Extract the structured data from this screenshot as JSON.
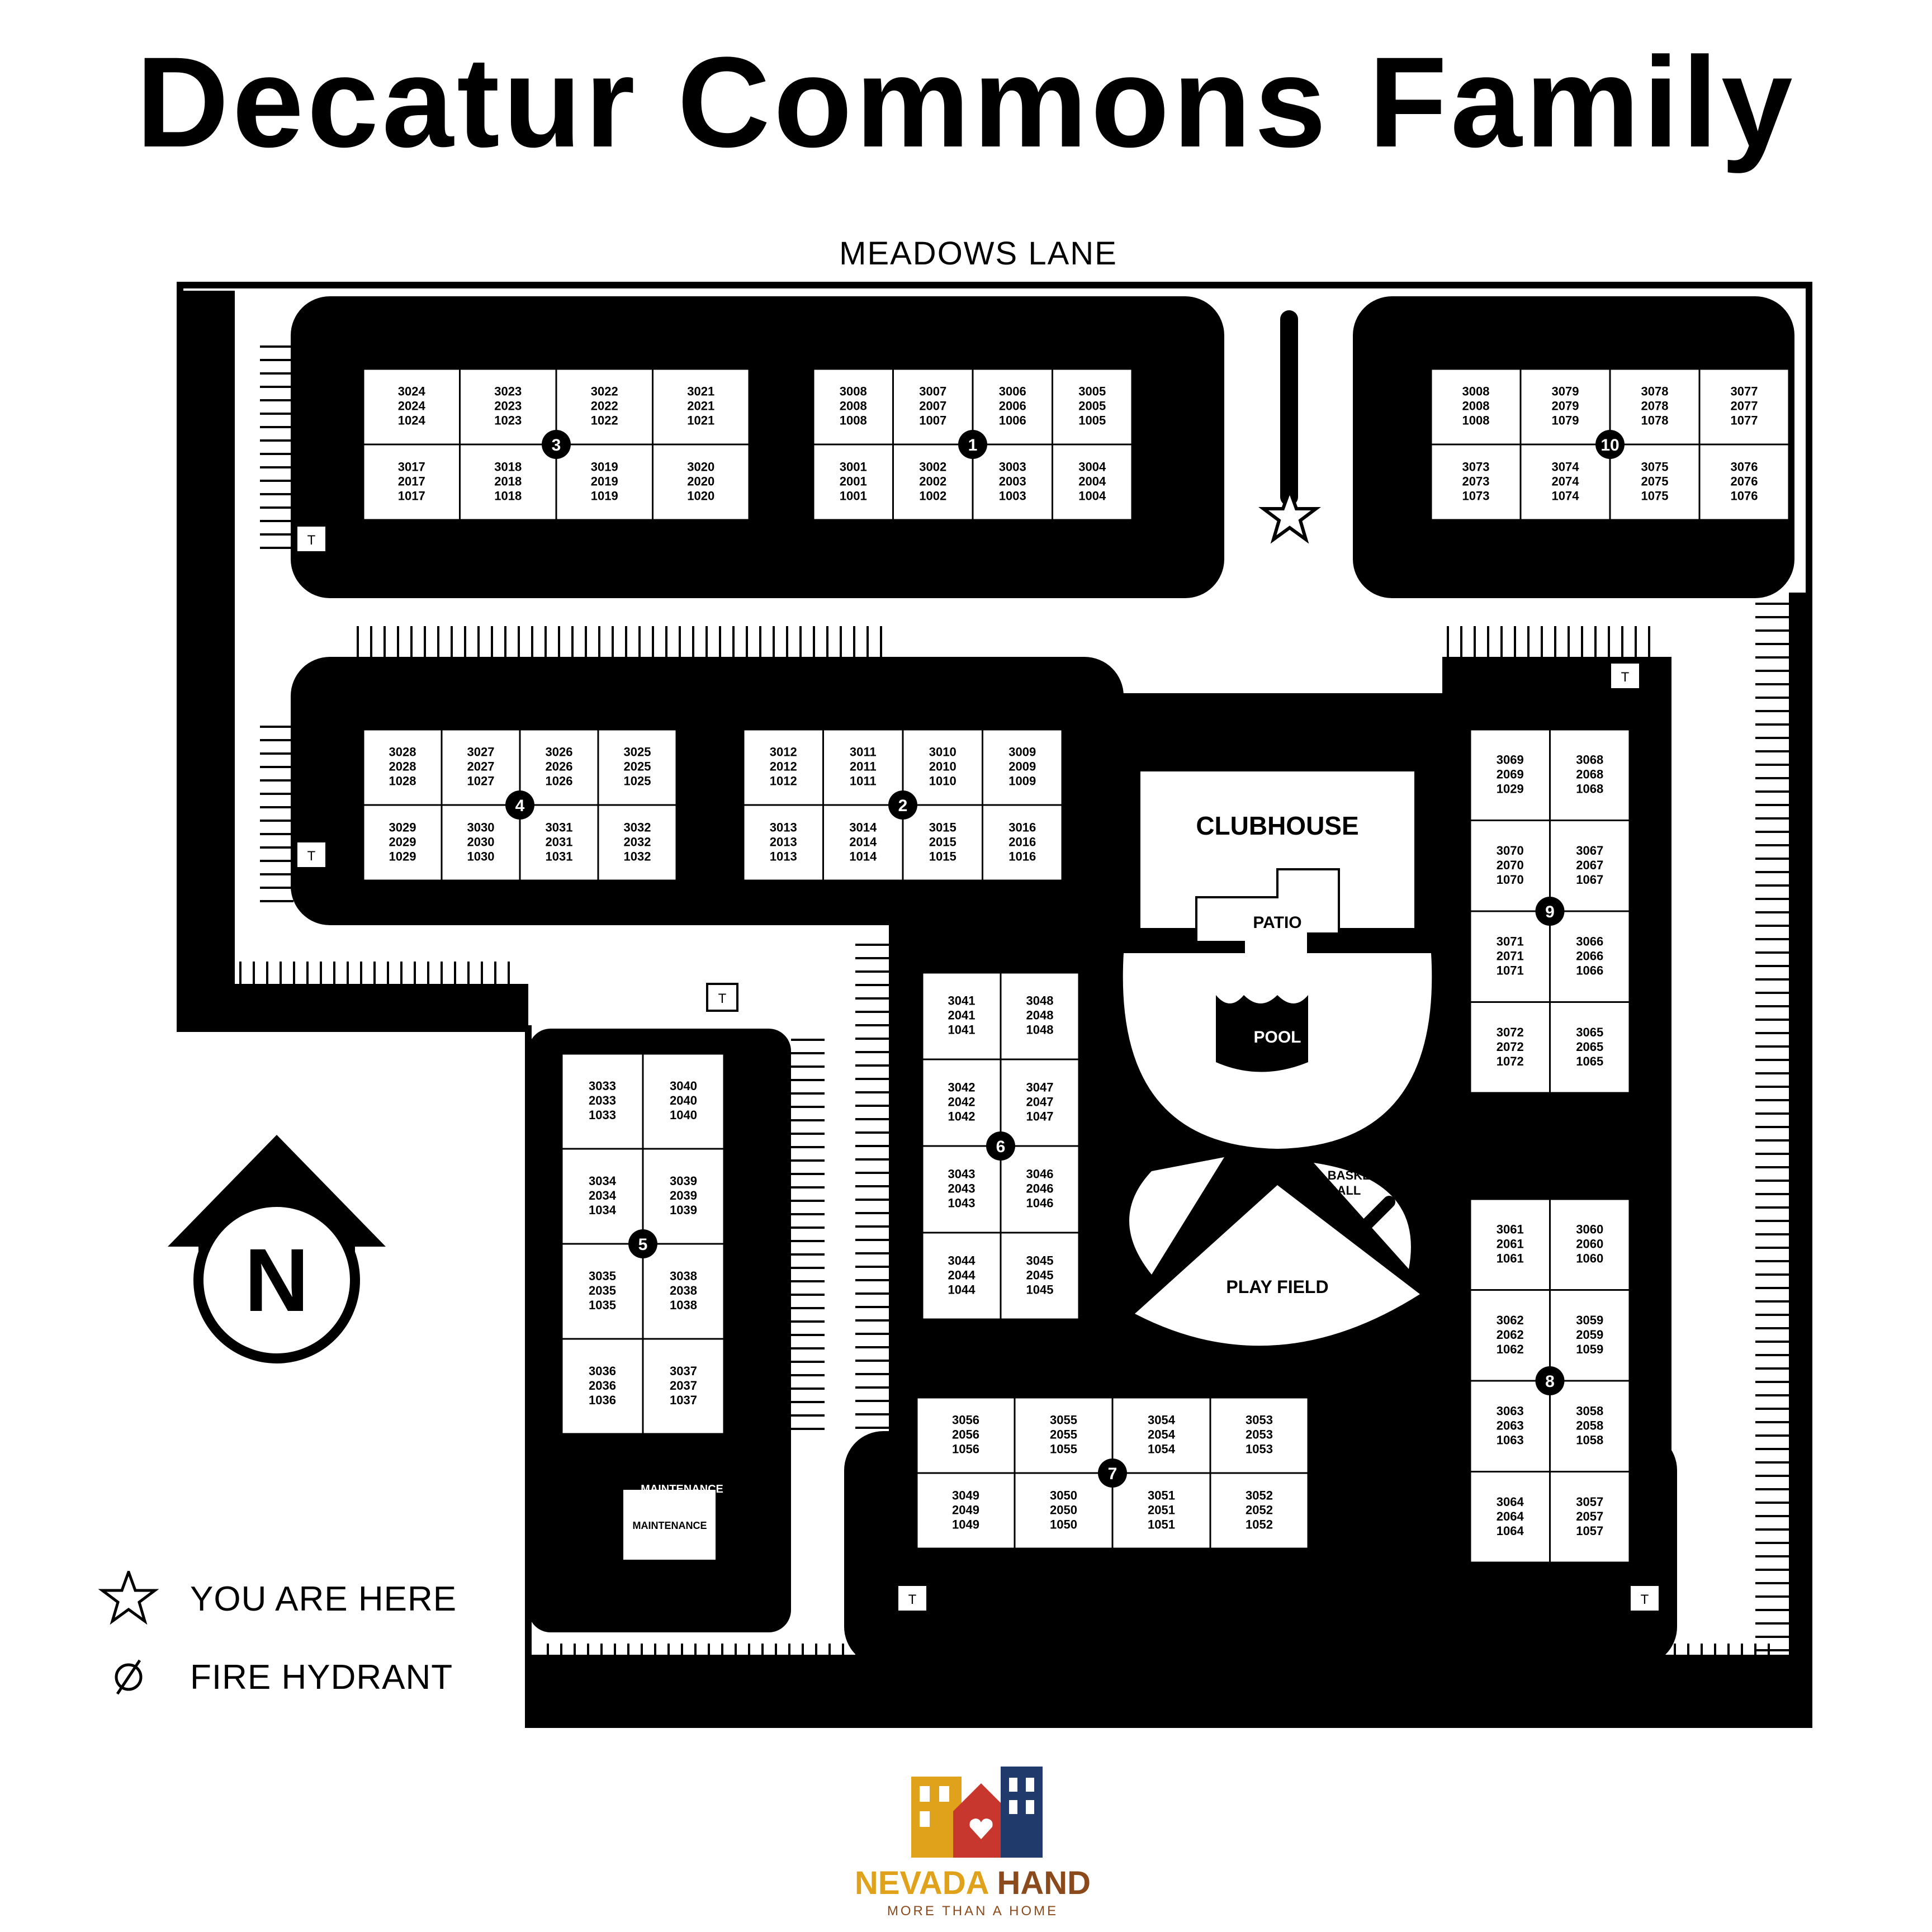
{
  "title": "Decatur Commons Family",
  "street": "MEADOWS LANE",
  "amenities": {
    "clubhouse": "CLUBHOUSE",
    "patio": "PATIO",
    "pool": "POOL",
    "basketball_line1": "BASKET",
    "basketball_line2": "BALL",
    "play_field": "PLAY FIELD",
    "maintenance": "MAINTENANCE",
    "trash": "T",
    "north": "N"
  },
  "legend": {
    "you_are_here": "YOU ARE HERE",
    "fire_hydrant": "FIRE HYDRANT"
  },
  "logo": {
    "brand_word1": "NEVADA",
    "brand_word2": "HAND",
    "tagline": "MORE THAN A HOME"
  },
  "colors": {
    "building_fill": "#000000",
    "unit_fill": "#ffffff",
    "logo_orange": "#e0a21b",
    "logo_red": "#c8372d",
    "logo_navy": "#1f3a6b",
    "logo_brown": "#8a4a1c"
  },
  "buildings": [
    {
      "number": "1",
      "units": [
        [
          "3008",
          "2008",
          "1008"
        ],
        [
          "3007",
          "2007",
          "1007"
        ],
        [
          "3006",
          "2006",
          "1006"
        ],
        [
          "3005",
          "2005",
          "1005"
        ],
        [
          "3001",
          "2001",
          "1001"
        ],
        [
          "3002",
          "2002",
          "1002"
        ],
        [
          "3003",
          "2003",
          "1003"
        ],
        [
          "3004",
          "2004",
          "1004"
        ]
      ]
    },
    {
      "number": "2",
      "units": [
        [
          "3012",
          "2012",
          "1012"
        ],
        [
          "3011",
          "2011",
          "1011"
        ],
        [
          "3010",
          "2010",
          "1010"
        ],
        [
          "3009",
          "2009",
          "1009"
        ],
        [
          "3013",
          "2013",
          "1013"
        ],
        [
          "3014",
          "2014",
          "1014"
        ],
        [
          "3015",
          "2015",
          "1015"
        ],
        [
          "3016",
          "2016",
          "1016"
        ]
      ]
    },
    {
      "number": "3",
      "units": [
        [
          "3024",
          "2024",
          "1024"
        ],
        [
          "3023",
          "2023",
          "1023"
        ],
        [
          "3022",
          "2022",
          "1022"
        ],
        [
          "3021",
          "2021",
          "1021"
        ],
        [
          "3017",
          "2017",
          "1017"
        ],
        [
          "3018",
          "2018",
          "1018"
        ],
        [
          "3019",
          "2019",
          "1019"
        ],
        [
          "3020",
          "2020",
          "1020"
        ]
      ]
    },
    {
      "number": "4",
      "units": [
        [
          "3028",
          "2028",
          "1028"
        ],
        [
          "3027",
          "2027",
          "1027"
        ],
        [
          "3026",
          "2026",
          "1026"
        ],
        [
          "3025",
          "2025",
          "1025"
        ],
        [
          "3029",
          "2029",
          "1029"
        ],
        [
          "3030",
          "2030",
          "1030"
        ],
        [
          "3031",
          "2031",
          "1031"
        ],
        [
          "3032",
          "2032",
          "1032"
        ]
      ]
    },
    {
      "number": "5",
      "units": [
        [
          "3033",
          "2033",
          "1033"
        ],
        [
          "3040",
          "2040",
          "1040"
        ],
        [
          "3034",
          "2034",
          "1034"
        ],
        [
          "3039",
          "2039",
          "1039"
        ],
        [
          "3035",
          "2035",
          "1035"
        ],
        [
          "3038",
          "2038",
          "1038"
        ],
        [
          "3036",
          "2036",
          "1036"
        ],
        [
          "3037",
          "2037",
          "1037"
        ]
      ]
    },
    {
      "number": "6",
      "units": [
        [
          "3041",
          "2041",
          "1041"
        ],
        [
          "3048",
          "2048",
          "1048"
        ],
        [
          "3042",
          "2042",
          "1042"
        ],
        [
          "3047",
          "2047",
          "1047"
        ],
        [
          "3043",
          "2043",
          "1043"
        ],
        [
          "3046",
          "2046",
          "1046"
        ],
        [
          "3044",
          "2044",
          "1044"
        ],
        [
          "3045",
          "2045",
          "1045"
        ]
      ]
    },
    {
      "number": "7",
      "units": [
        [
          "3056",
          "2056",
          "1056"
        ],
        [
          "3055",
          "2055",
          "1055"
        ],
        [
          "3054",
          "2054",
          "1054"
        ],
        [
          "3053",
          "2053",
          "1053"
        ],
        [
          "3049",
          "2049",
          "1049"
        ],
        [
          "3050",
          "2050",
          "1050"
        ],
        [
          "3051",
          "2051",
          "1051"
        ],
        [
          "3052",
          "2052",
          "1052"
        ]
      ]
    },
    {
      "number": "8",
      "units": [
        [
          "3061",
          "2061",
          "1061"
        ],
        [
          "3060",
          "2060",
          "1060"
        ],
        [
          "3062",
          "2062",
          "1062"
        ],
        [
          "3059",
          "2059",
          "1059"
        ],
        [
          "3063",
          "2063",
          "1063"
        ],
        [
          "3058",
          "2058",
          "1058"
        ],
        [
          "3064",
          "2064",
          "1064"
        ],
        [
          "3057",
          "2057",
          "1057"
        ]
      ]
    },
    {
      "number": "9",
      "units": [
        [
          "3069",
          "2069",
          "1029"
        ],
        [
          "3068",
          "2068",
          "1068"
        ],
        [
          "3070",
          "2070",
          "1070"
        ],
        [
          "3067",
          "2067",
          "1067"
        ],
        [
          "3071",
          "2071",
          "1071"
        ],
        [
          "3066",
          "2066",
          "1066"
        ],
        [
          "3072",
          "2072",
          "1072"
        ],
        [
          "3065",
          "2065",
          "1065"
        ]
      ]
    },
    {
      "number": "10",
      "units": [
        [
          "3008",
          "2008",
          "1008"
        ],
        [
          "3079",
          "2079",
          "1079"
        ],
        [
          "3078",
          "2078",
          "1078"
        ],
        [
          "3077",
          "2077",
          "1077"
        ],
        [
          "3073",
          "2073",
          "1073"
        ],
        [
          "3074",
          "2074",
          "1074"
        ],
        [
          "3075",
          "2075",
          "1075"
        ],
        [
          "3076",
          "2076",
          "1076"
        ]
      ]
    }
  ]
}
